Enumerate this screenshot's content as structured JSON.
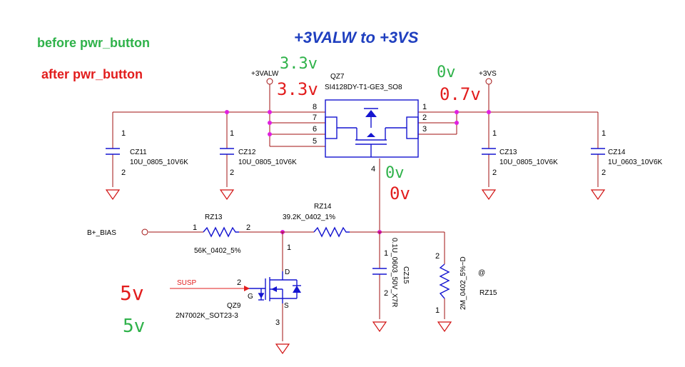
{
  "title": "+3VALW to +3VS",
  "legend": {
    "before": "before pwr_button",
    "after": "after pwr_button"
  },
  "nets": {
    "vin": "+3VALW",
    "vout": "+3VS",
    "bias": "B+_BIAS",
    "susp": "SUSP",
    "at": "@"
  },
  "mosfet_main": {
    "ref": "QZ7",
    "part": "SI4128DY-T1-GE3_SO8",
    "pins_left": [
      "8",
      "7",
      "6",
      "5"
    ],
    "pins_right": [
      "1",
      "2",
      "3"
    ],
    "pin_gate": "4"
  },
  "capacitors": [
    {
      "ref": "CZ11",
      "value": "10U_0805_10V6K",
      "p1": "1",
      "p2": "2"
    },
    {
      "ref": "CZ12",
      "value": "10U_0805_10V6K",
      "p1": "1",
      "p2": "2"
    },
    {
      "ref": "CZ13",
      "value": "10U_0805_10V6K",
      "p1": "1",
      "p2": "2"
    },
    {
      "ref": "CZ14",
      "value": "1U_0603_10V6K",
      "p1": "1",
      "p2": "2"
    },
    {
      "ref": "CZ15",
      "value": "0.1U_0603_50V_X7R",
      "p1": "1",
      "p2": "2"
    }
  ],
  "resistors": [
    {
      "ref": "RZ13",
      "value": "56K_0402_5%",
      "p1": "1",
      "p2": "2"
    },
    {
      "ref": "RZ14",
      "value": "39.2K_0402_1%"
    },
    {
      "ref": "RZ15",
      "value": "2M_0402_5%~D",
      "p1": "1",
      "p2": "2"
    }
  ],
  "mosfet_susp": {
    "ref": "QZ9",
    "part": "2N7002K_SOT23-3",
    "pin_drain": "1",
    "pin_gate": "2",
    "pin_source": "3",
    "label_d": "D",
    "label_g": "G",
    "label_s": "S"
  },
  "annotations": {
    "vin_before": "3.3v",
    "vin_after": "3.3v",
    "vout_before": "0v",
    "vout_after": "0.7v",
    "gate_before": "0v",
    "gate_after": "0v",
    "susp_before": "5v",
    "susp_after": "5v"
  },
  "colors": {
    "title": "#1f3fbf",
    "before": "#2fb24a",
    "after": "#e21d1d",
    "wire": "#a11010",
    "part": "#1515d0",
    "junction": "#e01fe0"
  }
}
